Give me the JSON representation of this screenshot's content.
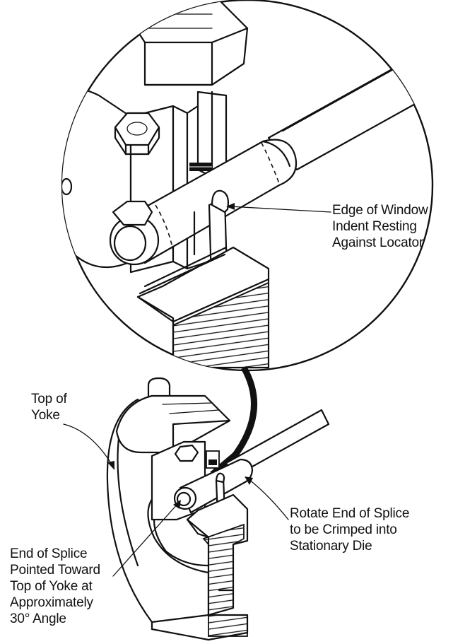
{
  "callouts": {
    "window_indent": [
      "Edge of Window",
      "Indent Resting",
      "Against Locator"
    ],
    "top_of_yoke": [
      "Top of",
      "Yoke"
    ],
    "rotate_splice": [
      "Rotate End of Splice",
      "to be Crimped into",
      "Stationary Die"
    ],
    "splice_end": [
      "End of Splice",
      "Pointed Toward",
      "Top of Yoke at",
      "Approximately",
      "30° Angle"
    ]
  },
  "colors": {
    "ink": "#111111",
    "background": "#ffffff"
  }
}
